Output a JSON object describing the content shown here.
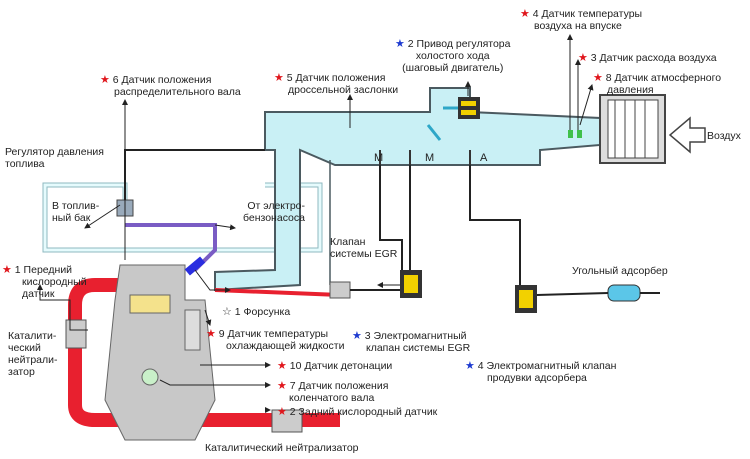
{
  "colors": {
    "exhaust": "#e8202f",
    "intake": "#c9f0f5",
    "engine": "#c8c8c8",
    "fuel_line": "#7a5cc4",
    "valve": "#f2d100",
    "red_star": "#e0161c",
    "blue_star": "#1d3ad0"
  },
  "labels": {
    "s4_air_temp": {
      "star": "★",
      "line1": "4 Датчик температуры",
      "line2": "воздуха на впуске"
    },
    "s2_idle": {
      "star": "★",
      "line1": "2 Привод регулятора",
      "line2": "холостого хода",
      "line3": "(шаговый двигатель)"
    },
    "s3_maf": {
      "star": "★",
      "line1": "3 Датчик расхода воздуха"
    },
    "s8_baro": {
      "star": "★",
      "line1": "8 Датчик атмосферного",
      "line2": "давления"
    },
    "s6_cam": {
      "star": "★",
      "line1": "6 Датчик положения",
      "line2": "распределительного вала"
    },
    "s5_tps": {
      "star": "★",
      "line1": "5 Датчик положения",
      "line2": "дроссельной заслонки"
    },
    "air": "Воздух",
    "fuel_reg": {
      "line1": "Регулятор давления",
      "line2": "топлива"
    },
    "to_tank": {
      "line1": "В топлив-",
      "line2": "ный бак"
    },
    "from_pump": {
      "line1": "От электро-",
      "line2": "бензонасоса"
    },
    "egr_valve": {
      "line1": "Клапан",
      "line2": "системы EGR"
    },
    "canister": "Угольный адсорбер",
    "ports": [
      "M",
      "M",
      "A"
    ],
    "s1_o2": {
      "star": "★",
      "line1": "1 Передний",
      "line2": "кислородный",
      "line3": "датчик"
    },
    "cat_left": {
      "line1": "Каталити-",
      "line2": "ческий",
      "line3": "нейтрали-",
      "line4": "затор"
    },
    "injector": {
      "star": "☆",
      "line1": "1 Форсунка"
    },
    "s9_coolant": {
      "star": "★",
      "line1": "9 Датчик температуры",
      "line2": "охлаждающей жидкости"
    },
    "a3_egr_sol": {
      "star": "★",
      "line1": "3 Электромагнитный",
      "line2": "клапан системы EGR"
    },
    "a4_purge": {
      "star": "★",
      "line1": "4 Электромагнитный клапан",
      "line2": "продувки адсорбера"
    },
    "s10_knock": {
      "star": "★",
      "line1": "10 Датчик детонации"
    },
    "s7_crank": {
      "star": "★",
      "line1": "7 Датчик положения",
      "line2": "коленчатого вала"
    },
    "s2_rear_o2": {
      "star": "★",
      "line1": "2 Задний кислородный датчик"
    },
    "cat_bottom": "Каталитический нейтрализатор"
  }
}
